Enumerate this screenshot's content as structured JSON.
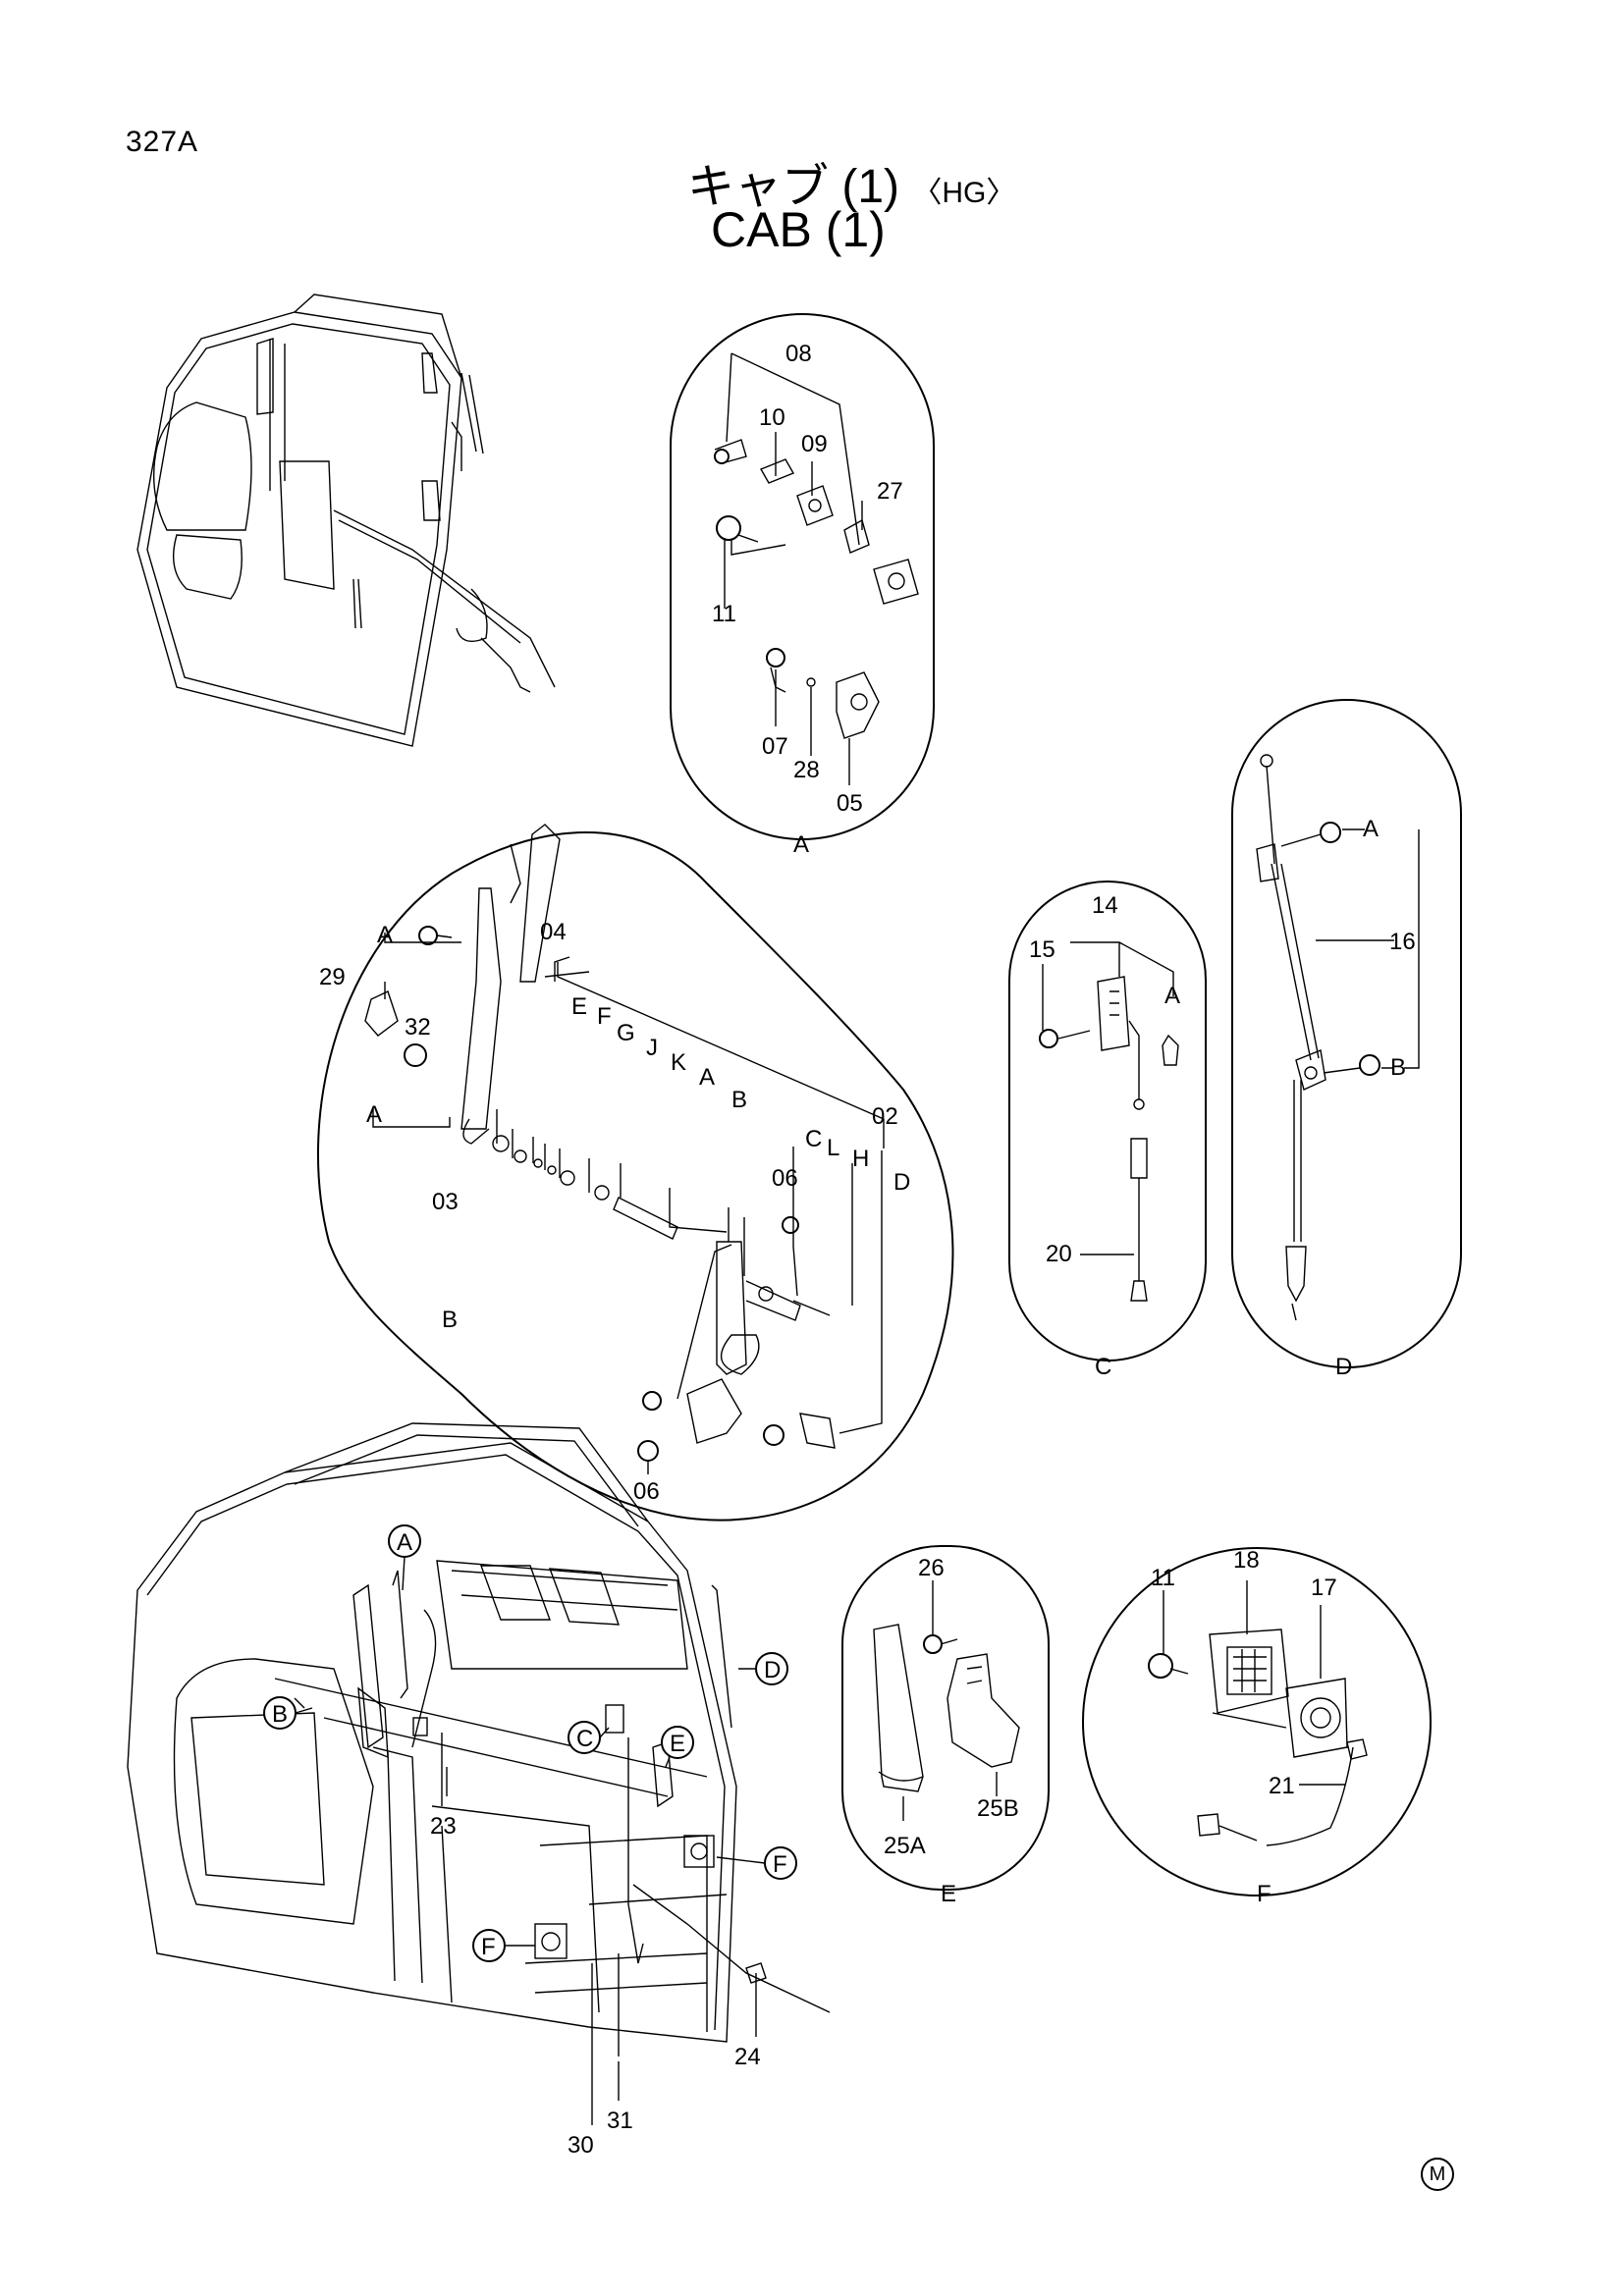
{
  "page_code": "327A",
  "title_jp": "キャブ (1)",
  "title_jp_suffix": "〈HG〉",
  "title_en": "CAB (1)",
  "corner_mark": "M",
  "detail_views": {
    "A": {
      "view_label": "A",
      "parts": [
        "08",
        "10",
        "09",
        "27",
        "11",
        "07",
        "28",
        "05"
      ]
    },
    "B": {
      "view_label": "B",
      "parts": [
        "04",
        "29",
        "32",
        "03",
        "02",
        "06",
        "06"
      ],
      "letters": [
        "A",
        "A",
        "E",
        "F",
        "G",
        "J",
        "K",
        "A",
        "B",
        "C",
        "L",
        "H",
        "D"
      ]
    },
    "C": {
      "view_label": "C",
      "parts": [
        "14",
        "15",
        "20"
      ],
      "letters": [
        "A"
      ]
    },
    "D": {
      "view_label": "D",
      "parts": [
        "16"
      ],
      "letters": [
        "A",
        "B"
      ]
    },
    "E": {
      "view_label": "E",
      "parts": [
        "26",
        "25A",
        "25B"
      ]
    },
    "F": {
      "view_label": "F",
      "parts": [
        "11",
        "18",
        "17",
        "21"
      ]
    }
  },
  "main_view": {
    "callouts": [
      "A",
      "B",
      "C",
      "D",
      "E",
      "F",
      "F"
    ],
    "parts": [
      "23",
      "24",
      "30",
      "31"
    ]
  }
}
